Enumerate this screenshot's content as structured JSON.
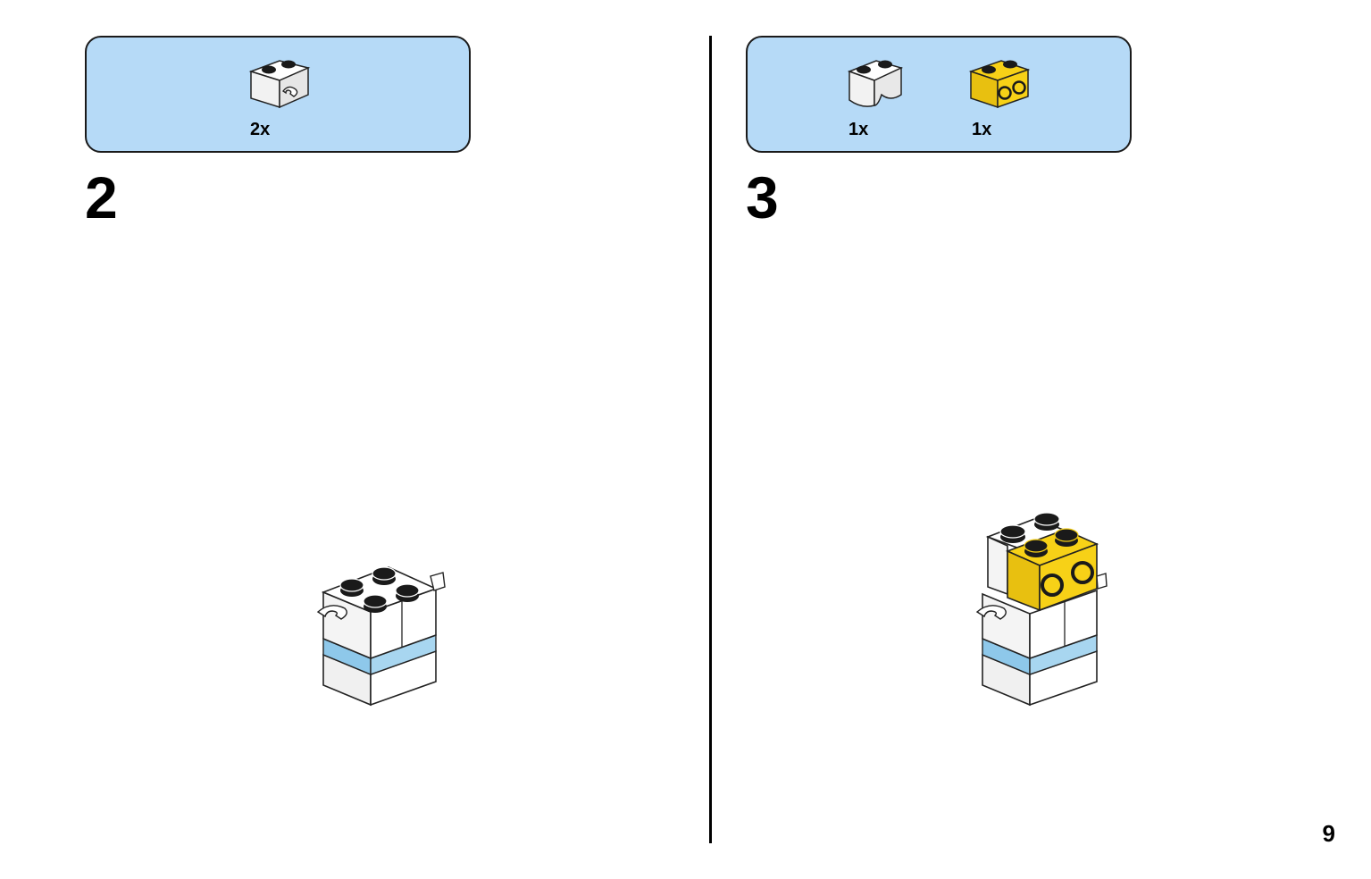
{
  "steps": [
    {
      "number": "2",
      "parts": [
        {
          "quantity": "2x",
          "icon": "white-brick-with-clip-icon",
          "color": "#ffffff"
        }
      ]
    },
    {
      "number": "3",
      "parts": [
        {
          "quantity": "1x",
          "icon": "white-rounded-brick-icon",
          "color": "#ffffff"
        },
        {
          "quantity": "1x",
          "icon": "yellow-brick-with-studs-icon",
          "color": "#f7d117"
        }
      ]
    }
  ],
  "page_number": "9",
  "colors": {
    "parts_panel": "#b6daf7",
    "brick_white": "#ffffff",
    "brick_yellow": "#f7d117",
    "stud_dark": "#1a1a1a",
    "tile_blue": "#8ec8ea"
  }
}
